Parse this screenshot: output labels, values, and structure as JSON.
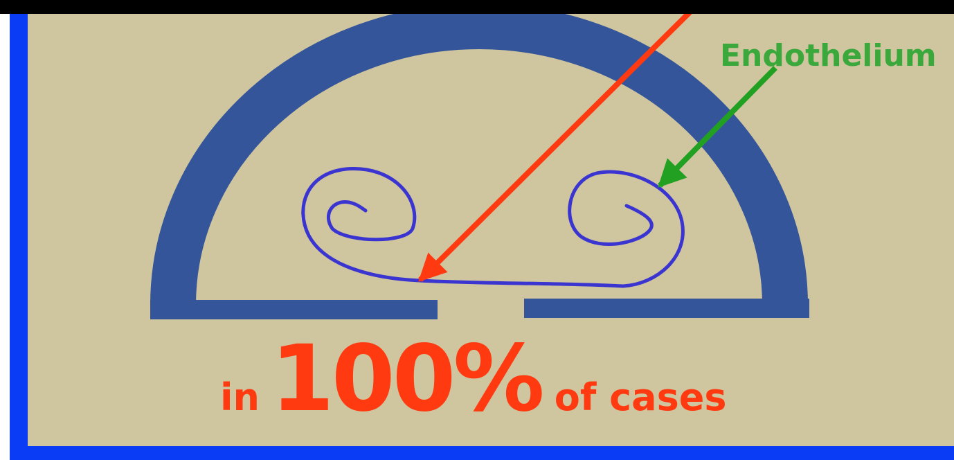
{
  "labels": {
    "endothelium": "Endothelium"
  },
  "caption": {
    "prefix": "in",
    "emphasis": "100%",
    "suffix": "of cases"
  },
  "colors": {
    "background_panel": "#cfc59e",
    "frame_blue": "#0a3cf5",
    "arch_blue": "#34559a",
    "endothelium_line": "#3a34d0",
    "red_arrow": "#ff3a10",
    "green_arrow": "#22a022",
    "caption_red": "#ff3a10",
    "endothelium_label_green": "#3aa83a"
  }
}
